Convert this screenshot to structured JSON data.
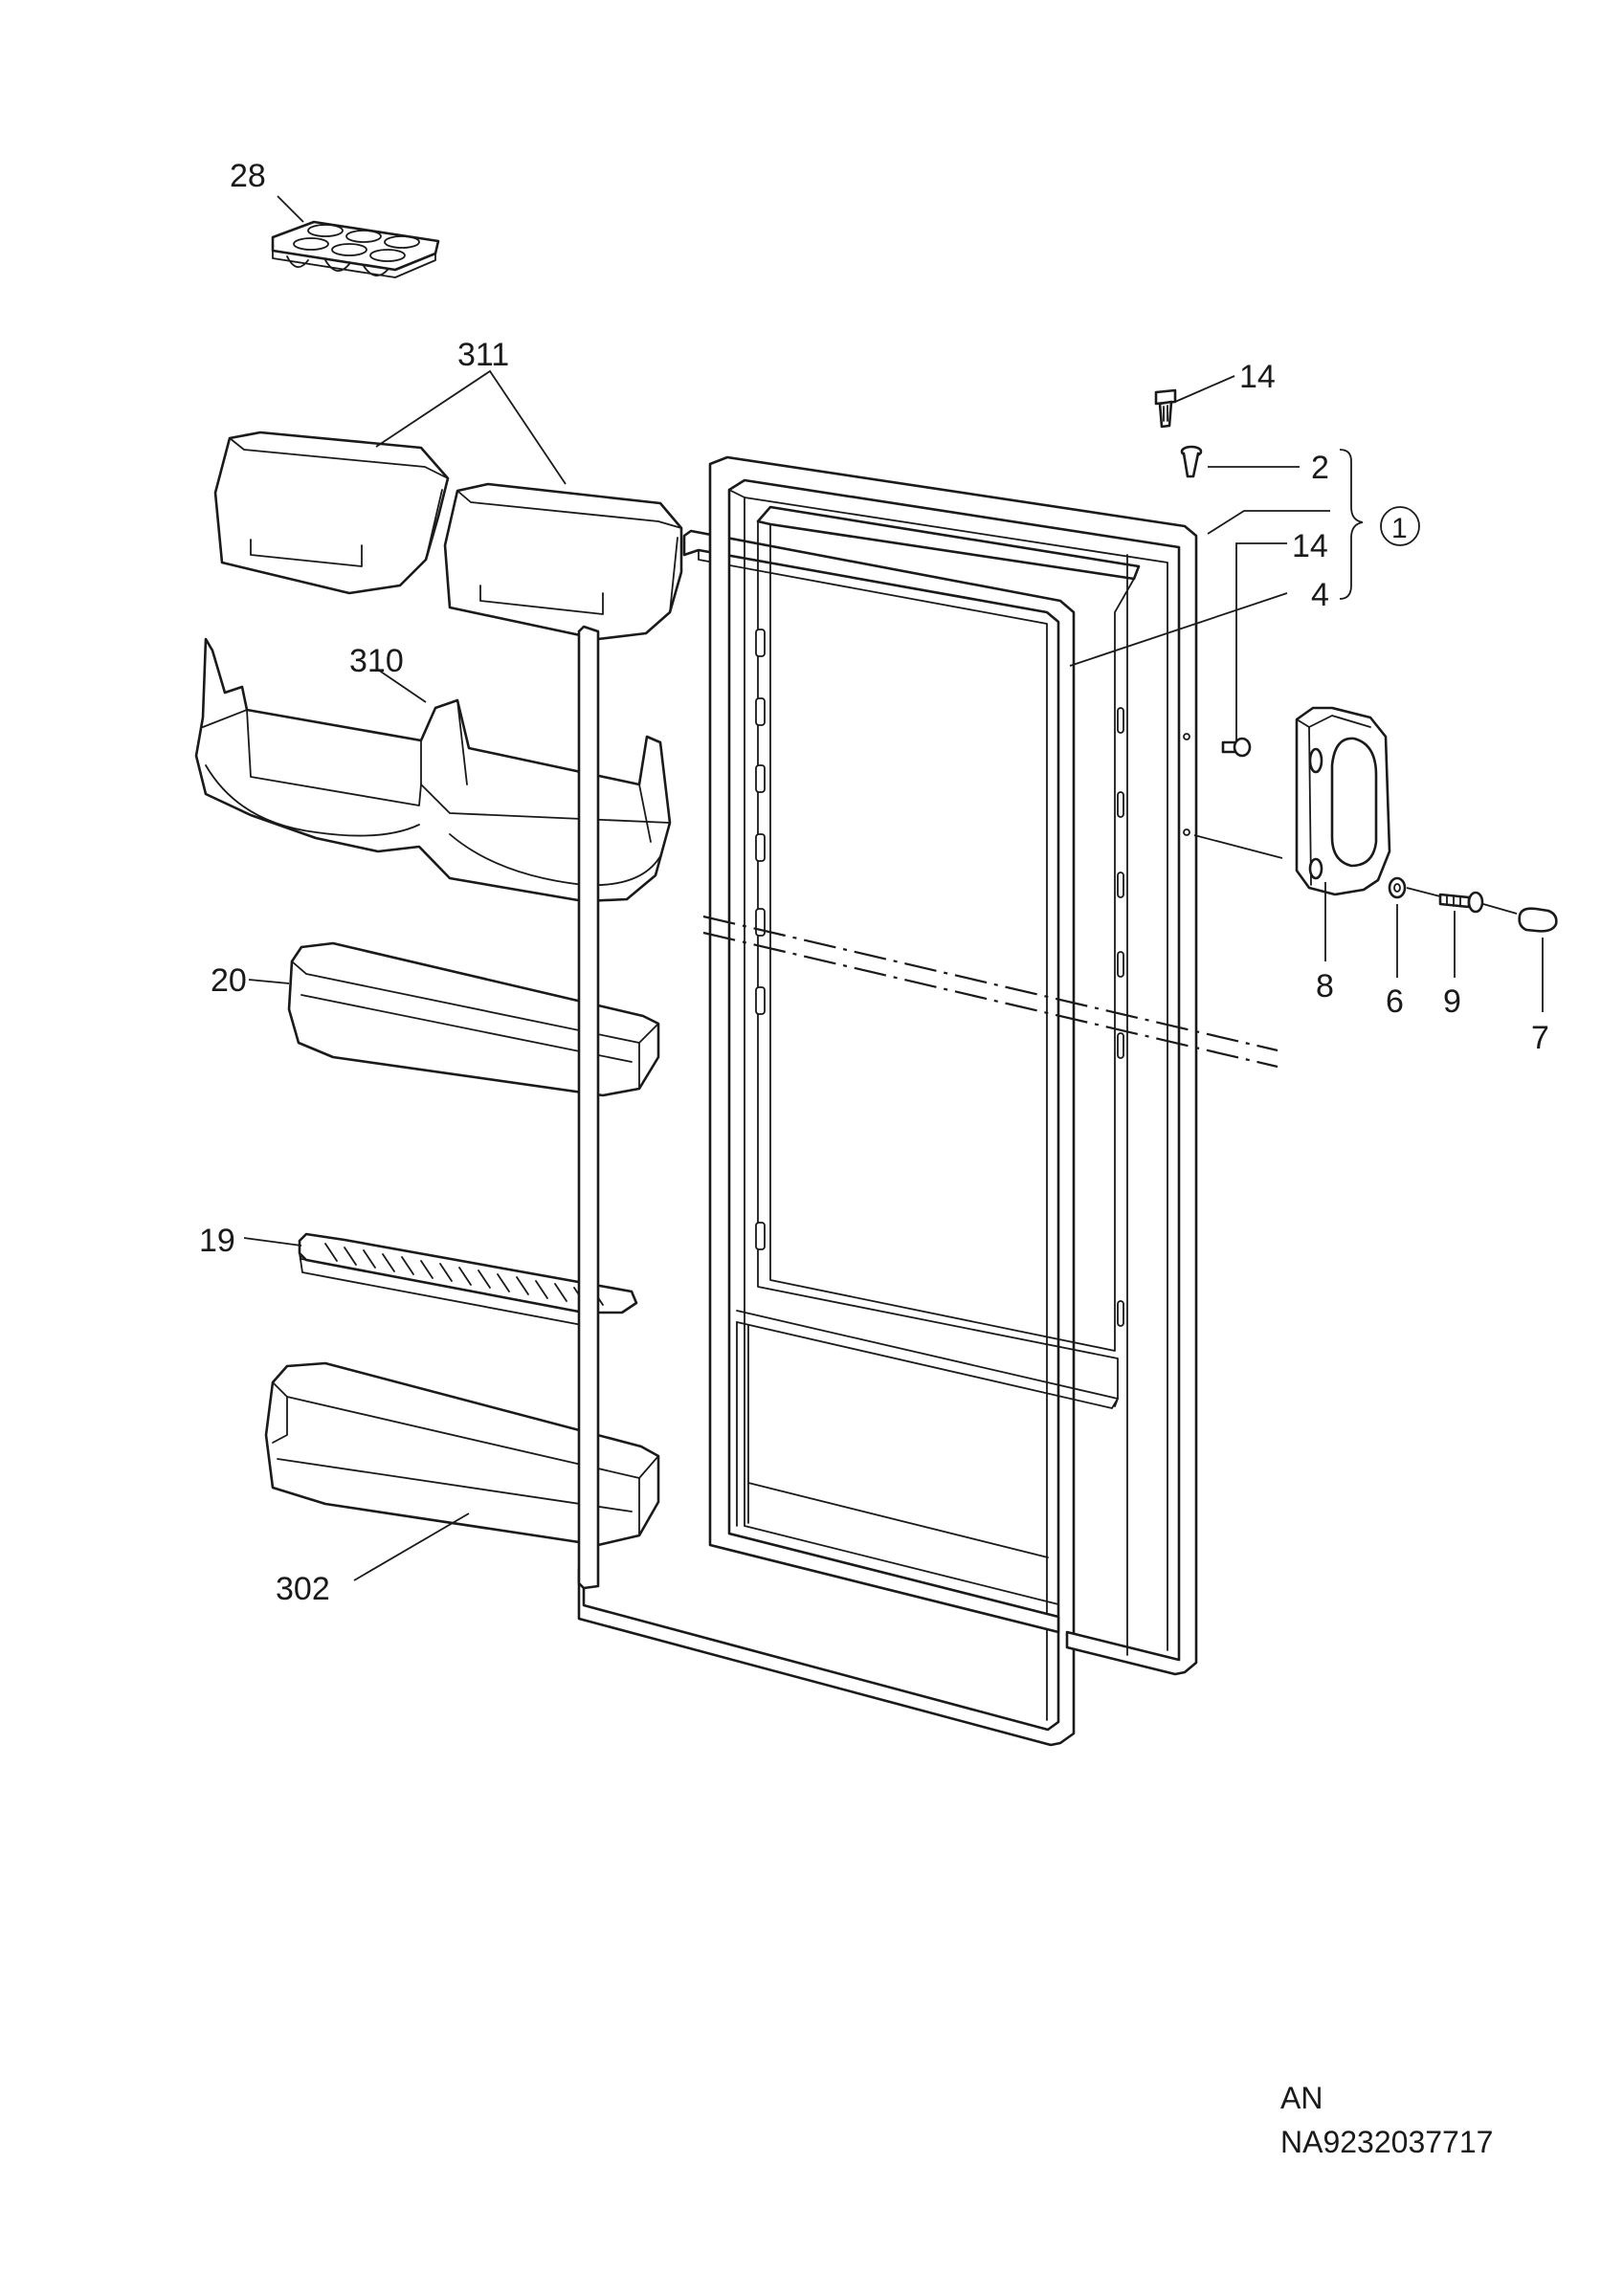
{
  "labels": {
    "p28": "28",
    "p311": "311",
    "p310": "310",
    "p20": "20",
    "p19": "19",
    "p302": "302",
    "p14_top": "14",
    "p2": "2",
    "p1": "1",
    "p14_mid": "14",
    "p4": "4",
    "p8": "8",
    "p6": "6",
    "p9": "9",
    "p7": "7"
  },
  "footer": {
    "line1": "AN",
    "line2": "NA9232037717"
  }
}
